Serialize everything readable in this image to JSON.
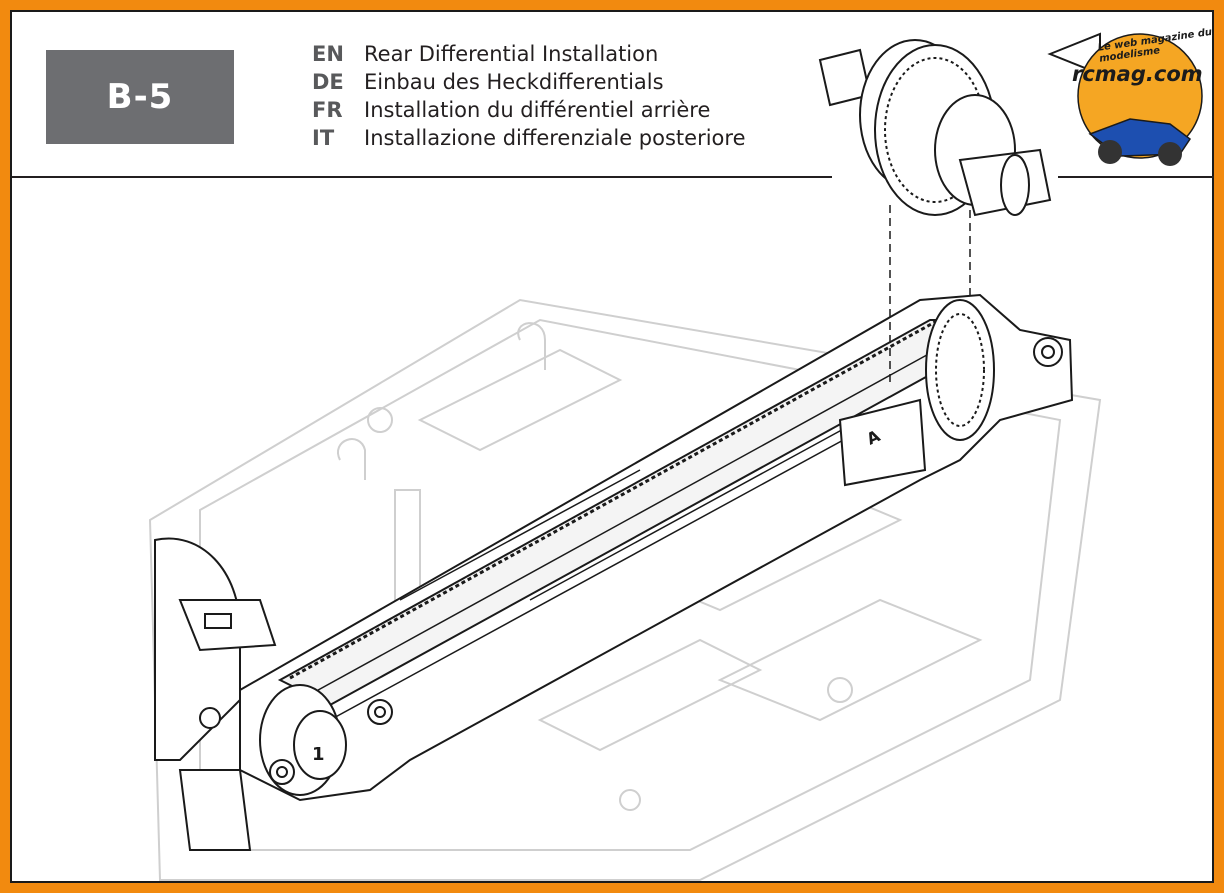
{
  "step": {
    "label": "B-5"
  },
  "titles": [
    {
      "code": "EN",
      "text": "Rear Differential Installation"
    },
    {
      "code": "DE",
      "text": "Einbau des Heckdifferentials"
    },
    {
      "code": "FR",
      "text": "Installation du différentiel arrière"
    },
    {
      "code": "IT",
      "text": "Installazione differenziale posteriore"
    }
  ],
  "watermark": {
    "brand": "rcmag.com",
    "tagline": "Le web magazine du modelisme"
  },
  "callouts": {
    "left_bulkhead": "1",
    "right_bulkhead": "A"
  },
  "colors": {
    "frame": "#f28a0f",
    "step_box": "#6d6e71",
    "logo_fill": "#f5a623"
  }
}
